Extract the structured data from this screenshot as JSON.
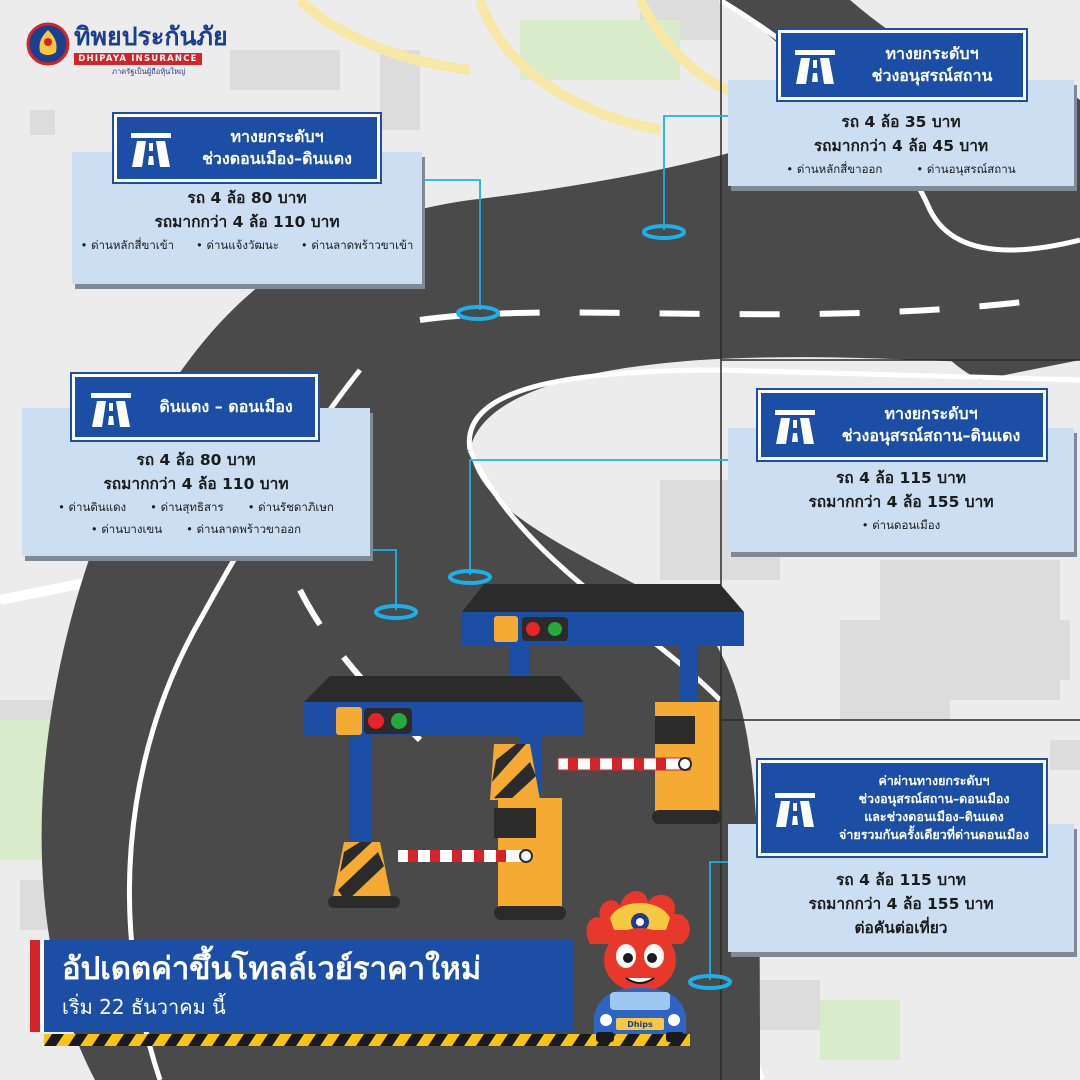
{
  "brand": {
    "name_th": "ทิพยประกันภัย",
    "name_en": "DHIPAYA INSURANCE",
    "slogan": "ภาครัฐเป็นผู้ถือหุ้นใหญ่"
  },
  "colors": {
    "primary_blue": "#1d4ea5",
    "card_bg": "#ccdff2",
    "road": "#4a4a4a",
    "toll_yellow": "#f5aa33",
    "brand_red": "#d6232a",
    "brand_navy": "#1b3f8f"
  },
  "cards": [
    {
      "id": "don-mueang-din-daeng",
      "icon": "highway-icon",
      "title_lines": [
        "ทางยกระดับฯ",
        "ช่วงดอนเมือง–ดินแดง"
      ],
      "price_lines": [
        "รถ 4 ล้อ 80 บาท",
        "รถมากกว่า 4 ล้อ 110 บาท"
      ],
      "toll_gates": [
        "ด่านหลักสี่ขาเข้า",
        "ด่านแจ้งวัฒนะ",
        "ด่านลาดพร้าวขาเข้า"
      ]
    },
    {
      "id": "anusorn-sathan",
      "icon": "highway-icon",
      "title_lines": [
        "ทางยกระดับฯ",
        "ช่วงอนุสรณ์สถาน"
      ],
      "price_lines": [
        "รถ 4 ล้อ 35 บาท",
        "รถมากกว่า 4 ล้อ 45 บาท"
      ],
      "toll_gates": [
        "ด่านหลักสี่ขาออก",
        "ด่านอนุสรณ์สถาน"
      ]
    },
    {
      "id": "din-daeng-don-mueang",
      "icon": "highway-icon",
      "title_lines": [
        "ดินแดง – ดอนเมือง"
      ],
      "price_lines": [
        "รถ 4 ล้อ 80 บาท",
        "รถมากกว่า 4 ล้อ 110 บาท"
      ],
      "toll_gates": [
        "ด่านดินแดง",
        "ด่านสุทธิสาร",
        "ด่านรัชดาภิเษก",
        "ด่านบางเขน",
        "ด่านลาดพร้าวขาออก"
      ]
    },
    {
      "id": "anusorn-sathan-din-daeng",
      "icon": "highway-icon",
      "title_lines": [
        "ทางยกระดับฯ",
        "ช่วงอนุสรณ์สถาน–ดินแดง"
      ],
      "price_lines": [
        "รถ 4 ล้อ 115 บาท",
        "รถมากกว่า 4 ล้อ 155 บาท"
      ],
      "toll_gates": [
        "ด่านดอนเมือง"
      ]
    },
    {
      "id": "combined",
      "icon": "highway-icon",
      "title_lines": [
        "ค่าผ่านทางยกระดับฯ",
        "ช่วงอนุสรณ์สถาน–ดอนเมือง",
        "และช่วงดอนเมือง–ดินแดง",
        "จ่ายรวมกันครั้งเดียวที่ด่านดอนเมือง"
      ],
      "price_lines": [
        "รถ 4 ล้อ 115 บาท",
        "รถมากกว่า 4 ล้อ 155 บาท",
        "ต่อคันต่อเที่ยว"
      ],
      "toll_gates": []
    }
  ],
  "banner": {
    "headline": "อัปเดตค่าขึ้นโทลล์เวย์ราคาใหม่",
    "subline": "เริ่ม 22 ธันวาคม นี้"
  },
  "mascot": {
    "icon": "mascot-icon",
    "car_plate": "Dhips"
  }
}
